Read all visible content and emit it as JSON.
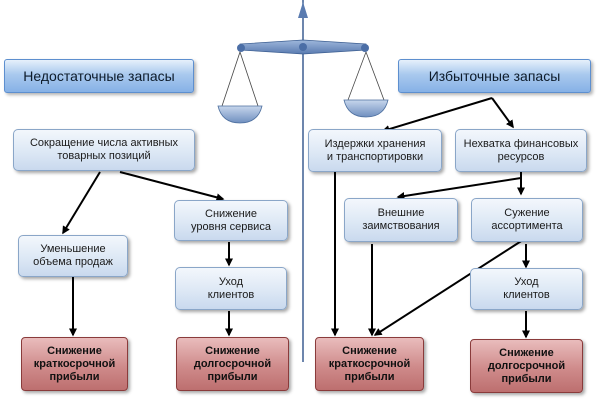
{
  "diagram": {
    "left_title": "Недостаточные запасы",
    "right_title": "Избыточные запасы",
    "left": {
      "reduce_positions": "Сокращение числа активных\nтоварных позиций",
      "reduce_sales": "Уменьшение\nобъема продаж",
      "service_drop": "Снижение\nуровня сервиса",
      "client_loss": "Уход\nклиентов",
      "short_profit": "Снижение\nкраткосрочной\nприбыли",
      "long_profit": "Снижение\nдолгосрочной\nприбыли"
    },
    "right": {
      "storage_costs": "Издержки хранения\nи транспортировки",
      "funds_shortage": "Нехватка финансовых\nресурсов",
      "external_loans": "Внешние\nзаимствования",
      "assortment_cut": "Сужение\nассортимента",
      "client_loss": "Уход\nклиентов",
      "short_profit": "Снижение\nкраткосрочной\nприбыли",
      "long_profit": "Снижение\nдолгосрочной\nприбыли"
    }
  },
  "colors": {
    "title_fill": "#9dc0ea",
    "box_fill": "#dbe6f4",
    "box_border": "#8aa6c8",
    "profit_fill": "#cc8585",
    "profit_border": "#8a3b3b",
    "scale_fill": "#7f9cc7"
  }
}
